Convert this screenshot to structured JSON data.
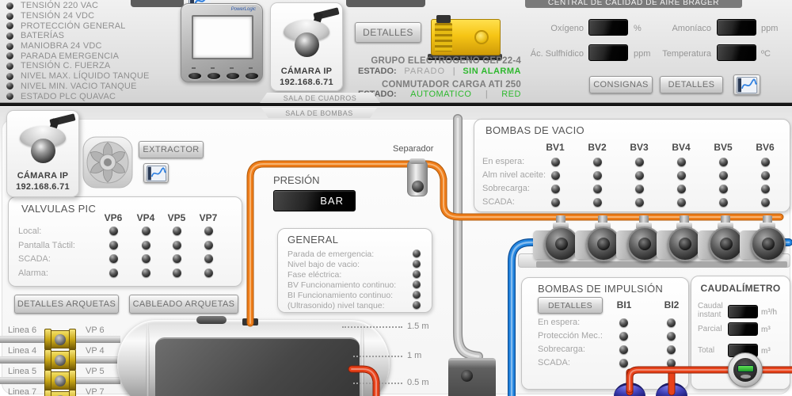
{
  "top": {
    "status_list": [
      "TENSIÓN 220 VAC",
      "TENSIÓN 24 VDC",
      "PROTECCIÓN GENERAL",
      "BATERÍAS",
      "MANIOBRA 24 VDC",
      "PARADA EMERGENCIA",
      "TENSIÓN C. FUERZA",
      "NIVEL MAX. LÍQUIDO TANQUE",
      "NIVEL MIN. VACIO TANQUE",
      "ESTADO PLC QUAVAC"
    ],
    "meter": {
      "brand": "PowerLogic"
    },
    "camera": {
      "title": "CÁMARA IP",
      "ip": "192.168.6.71"
    },
    "sala_cuadros_tab": "SALA DE CUADROS",
    "detalles_button": "DETALLES",
    "genset": {
      "title": "GRUPO ELECTROGENO GEP22-4",
      "estado_label": "ESTADO:",
      "estado_value": "PARADO",
      "separator": "|",
      "alarma_value": "SIN ALARMA",
      "conmutador_title": "CONMUTADOR CARGA ATI 250",
      "estado2_label": "ESTADO:",
      "estado2_value": "AUTOMATICO",
      "red_value": "RED"
    },
    "air_quality": {
      "title": "CENTRAL DE CALIDAD DE AIRE BRAGER",
      "rows": [
        {
          "label": "Oxígeno",
          "unit": "%"
        },
        {
          "label": "Amoníaco",
          "unit": "ppm"
        },
        {
          "label": "Ác. Sulfhídico",
          "unit": "ppm"
        },
        {
          "label": "Temperatura",
          "unit": "ºC"
        }
      ],
      "consignas_button": "CONSIGNAS",
      "detalles_button": "DETALLES"
    }
  },
  "bottom": {
    "sala_bombas_tab": "SALA DE BOMBAS",
    "camera": {
      "title": "CÁMARA IP",
      "ip": "192.168.6.71"
    },
    "extractor_button": "EXTRACTOR",
    "valvulas": {
      "title": "VALVULAS PIC",
      "columns": [
        "VP6",
        "VP4",
        "VP5",
        "VP7"
      ],
      "rows": [
        "Local:",
        "Pantalla Táctil:",
        "SCADA:",
        "Alarma:"
      ]
    },
    "detalles_arquetas_button": "DETALLES ARQUETAS",
    "cableado_arquetas_button": "CABLEADO ARQUETAS",
    "presion": {
      "title": "PRESIÓN",
      "unit": "BAR"
    },
    "general": {
      "title": "GENERAL",
      "rows": [
        "Parada de emergencia:",
        "Nivel bajo de vacio:",
        "Fase eléctrica:",
        "BV Funcionamiento continuo:",
        "BI Funcionamiento continuo:",
        "(Ultrasonido) nivel tanque:"
      ]
    },
    "separador_label": "Separador",
    "bombas_vacio": {
      "title": "BOMBAS DE VACIO",
      "columns": [
        "BV1",
        "BV2",
        "BV3",
        "BV4",
        "BV5",
        "BV6"
      ],
      "rows": [
        "En espera:",
        "Alm nivel aceite:",
        "Sobrecarga:",
        "SCADA:"
      ]
    },
    "bombas_impulsion": {
      "title": "BOMBAS DE IMPULSIÓN",
      "detalles_button": "DETALLES",
      "columns": [
        "BI1",
        "BI2"
      ],
      "rows": [
        "En espera:",
        "Protección Mec.:",
        "Sobrecarga:",
        "SCADA:"
      ]
    },
    "caudalimetro": {
      "title": "CAUDALÍMETRO",
      "rows": [
        {
          "label": "Caudal instant",
          "unit": "m³/h"
        },
        {
          "label": "Parcial",
          "unit": "m³"
        },
        {
          "label": "Total",
          "unit": "m³"
        }
      ]
    },
    "lineas": [
      {
        "label": "Linea 6",
        "vp": "VP 6"
      },
      {
        "label": "Linea 4",
        "vp": "VP 4"
      },
      {
        "label": "Linea 5",
        "vp": "VP 5"
      },
      {
        "label": "Linea 7",
        "vp": "VP 7"
      }
    ],
    "levels": [
      "1.5 m",
      "1 m",
      "0.5 m"
    ]
  },
  "colors": {
    "green_status": "#2eb82e",
    "pipe_orange": "#ef7d1a",
    "pipe_blue": "#2285e0",
    "pipe_red": "#e8421a",
    "valve_yellow": "#d9b91f",
    "generator_yellow": "#f6c515"
  }
}
